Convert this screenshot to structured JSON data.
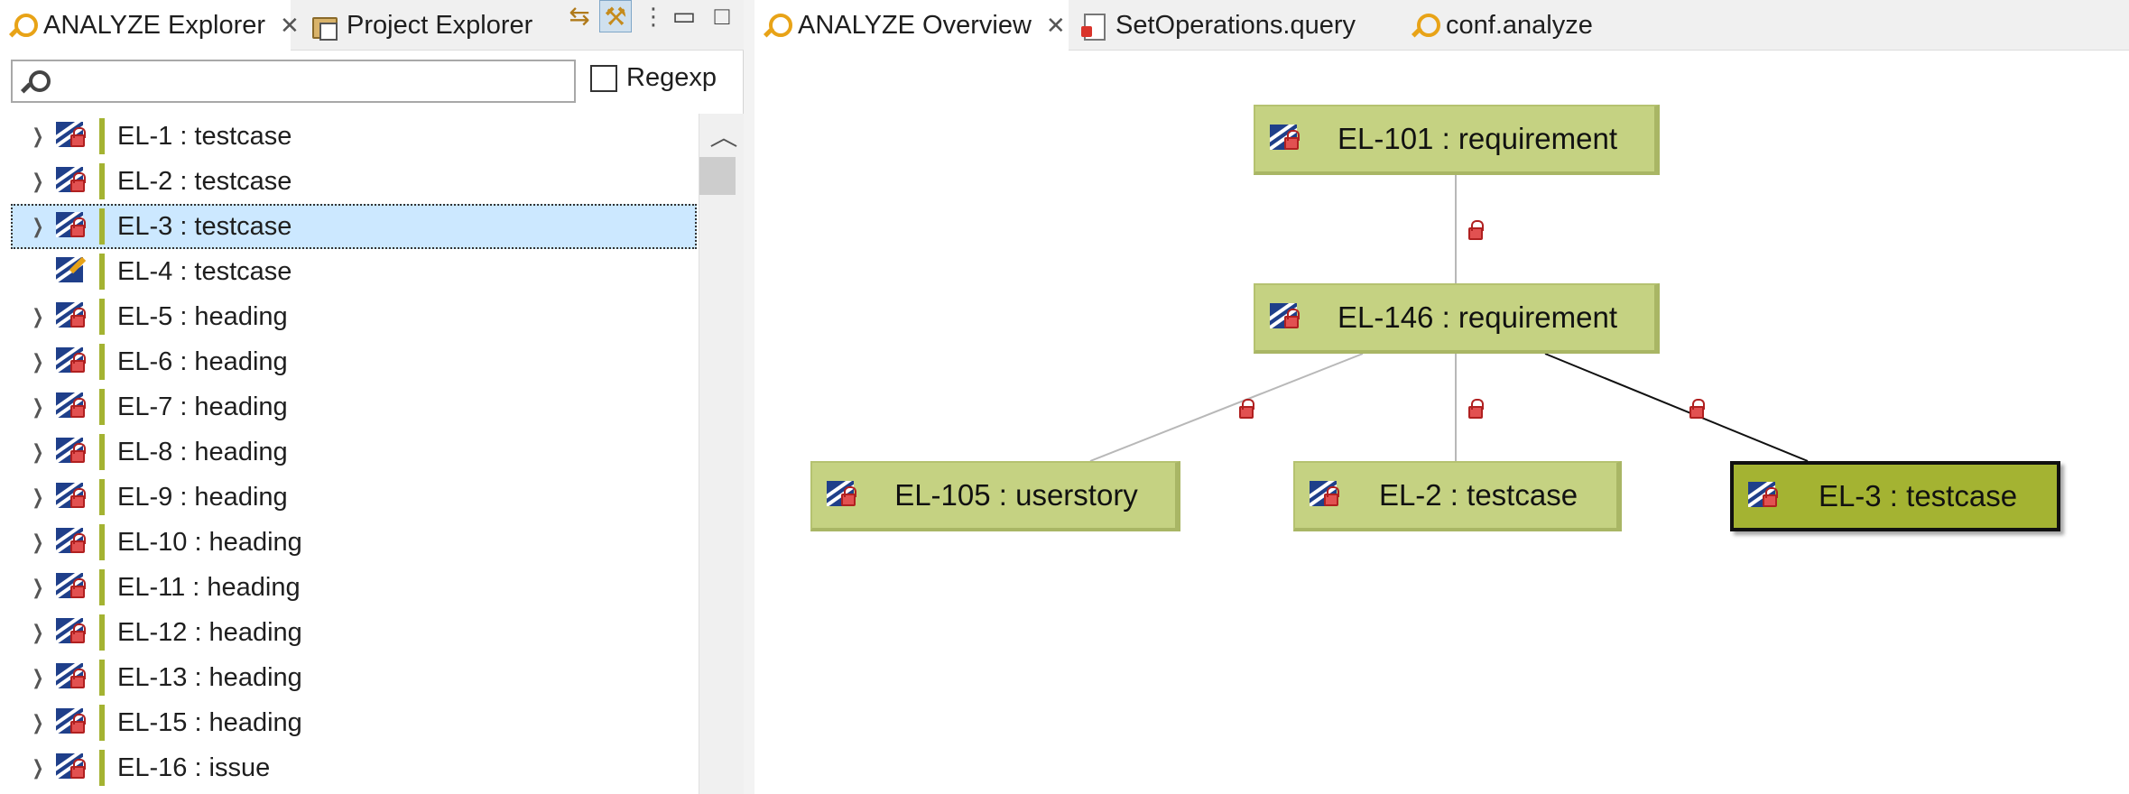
{
  "left_panel": {
    "tabs": [
      {
        "label": "ANALYZE Explorer",
        "icon": "magnifier-icon",
        "closable": true,
        "active": true
      },
      {
        "label": "Project Explorer",
        "icon": "folder-icon",
        "closable": false,
        "active": false
      }
    ],
    "search": {
      "value": "",
      "placeholder": ""
    },
    "regexp_label": "Regexp",
    "regexp_checked": false,
    "tree_items": [
      {
        "label": "EL-1 : testcase",
        "expandable": true,
        "selected": false,
        "icon": "element-flag-icon"
      },
      {
        "label": "EL-2 : testcase",
        "expandable": true,
        "selected": false,
        "icon": "element-flag-icon"
      },
      {
        "label": "EL-3 : testcase",
        "expandable": true,
        "selected": true,
        "icon": "element-flag-icon"
      },
      {
        "label": "EL-4 : testcase",
        "expandable": false,
        "selected": false,
        "icon": "element-edit-icon"
      },
      {
        "label": "EL-5 : heading",
        "expandable": true,
        "selected": false,
        "icon": "element-flag-icon"
      },
      {
        "label": "EL-6 : heading",
        "expandable": true,
        "selected": false,
        "icon": "element-flag-icon"
      },
      {
        "label": "EL-7 : heading",
        "expandable": true,
        "selected": false,
        "icon": "element-flag-icon"
      },
      {
        "label": "EL-8 : heading",
        "expandable": true,
        "selected": false,
        "icon": "element-flag-icon"
      },
      {
        "label": "EL-9 : heading",
        "expandable": true,
        "selected": false,
        "icon": "element-flag-icon"
      },
      {
        "label": "EL-10 : heading",
        "expandable": true,
        "selected": false,
        "icon": "element-flag-icon"
      },
      {
        "label": "EL-11 : heading",
        "expandable": true,
        "selected": false,
        "icon": "element-flag-icon"
      },
      {
        "label": "EL-12 : heading",
        "expandable": true,
        "selected": false,
        "icon": "element-flag-icon"
      },
      {
        "label": "EL-13 : heading",
        "expandable": true,
        "selected": false,
        "icon": "element-flag-icon"
      },
      {
        "label": "EL-15 : heading",
        "expandable": true,
        "selected": false,
        "icon": "element-flag-icon"
      },
      {
        "label": "EL-16 : issue",
        "expandable": true,
        "selected": false,
        "icon": "element-flag-icon"
      }
    ]
  },
  "editor": {
    "tabs": [
      {
        "label": "ANALYZE Overview",
        "icon": "magnifier-icon",
        "closable": true,
        "active": true
      },
      {
        "label": "SetOperations.query",
        "icon": "query-file-icon",
        "closable": false,
        "active": false
      },
      {
        "label": "conf.analyze",
        "icon": "magnifier-icon",
        "closable": false,
        "active": false
      }
    ],
    "graph": {
      "nodes": [
        {
          "id": "n101",
          "label": "EL-101 : requirement",
          "selected": false
        },
        {
          "id": "n146",
          "label": "EL-146 : requirement",
          "selected": false
        },
        {
          "id": "n105",
          "label": "EL-105 : userstory",
          "selected": false
        },
        {
          "id": "n2",
          "label": "EL-2 : testcase",
          "selected": false
        },
        {
          "id": "n3",
          "label": "EL-3 : testcase",
          "selected": true
        }
      ],
      "edges": [
        {
          "from": "n101",
          "to": "n146",
          "highlighted": false
        },
        {
          "from": "n146",
          "to": "n105",
          "highlighted": false
        },
        {
          "from": "n146",
          "to": "n2",
          "highlighted": false
        },
        {
          "from": "n146",
          "to": "n3",
          "highlighted": true
        }
      ]
    }
  },
  "colors": {
    "node_fill": "#c5d282",
    "node_selected_fill": "#a4b332",
    "tree_bar": "#a4b332",
    "selection_bg": "#cce8ff",
    "edge_normal": "#b8b8b8",
    "edge_highlight": "#111111"
  }
}
